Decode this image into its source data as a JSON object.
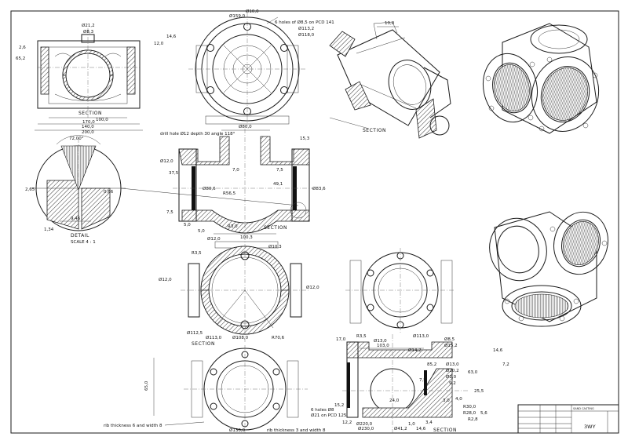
{
  "drawing": {
    "title_block": {
      "part_name": "3WY",
      "fields": [
        "SAND CASTING",
        "",
        "",
        "",
        "",
        "",
        "",
        ""
      ]
    },
    "top_view": {
      "section_label": "SECTION",
      "dims": [
        "Ø21,2",
        "Ø8,3",
        "2,6",
        "65,2",
        "170,0",
        "140,0",
        "100,0",
        "200,0"
      ]
    },
    "front_flange": {
      "dims": [
        "Ø159,0",
        "Ø10,0",
        "6 holes of Ø8,5 on PCD 141",
        "Ø113,2",
        "Ø118,0",
        "14,6",
        "12,0"
      ]
    },
    "iso_section": {
      "section_label": "SECTION",
      "dims": [
        "10,0"
      ]
    },
    "detail_view": {
      "label": "DETAIL",
      "scale": "SCALE 4 : 1",
      "dims": [
        "72,00°",
        "2,65",
        "0,66",
        "9,46",
        "1,34"
      ]
    },
    "middle_section": {
      "section_label": "SECTION",
      "note": "drill hole Ø12 depth 30 angle 118°",
      "dims": [
        "Ø80,0",
        "Ø12,0",
        "37,5",
        "7,0",
        "7,5",
        "Ø80,6",
        "R56,5",
        "49,1",
        "Ø83,6",
        "15,3",
        "7,5",
        "5,0",
        "5,0",
        "100,3",
        "R3,0",
        "Ø12,0"
      ]
    },
    "lower_section": {
      "section_label": "SECTION",
      "dims": [
        "R3,5",
        "Ø12,0",
        "Ø12,0",
        "Ø112,5",
        "Ø113,0",
        "Ø108,0",
        "R70,6",
        "Ø10,3"
      ]
    },
    "right_flange_view": {
      "dims": []
    },
    "bottom_left": {
      "dims": [
        "65,0",
        "Ø130,0",
        "rib thickness 6 and width 8"
      ]
    },
    "bottom_right": {
      "section_label": "SECTION",
      "notes": [
        "6 holes Ø8",
        "Ø21 on PCD 125",
        "rib thickness 3 and width 8"
      ],
      "dims": [
        "R3,5",
        "Ø13,0",
        "Ø113,0",
        "Ø8,5",
        "Ø15,2",
        "103,0",
        "Ø14,2",
        "85,2",
        "Ø13,0",
        "Ø20,2",
        "Ø2,0",
        "63,0",
        "9,2",
        "7,5",
        "25,5",
        "3,0",
        "R30,0",
        "R28,0",
        "R2,8",
        "15,2",
        "17,0",
        "5,6",
        "14,6",
        "7,2",
        "4,0",
        "Ø220,0",
        "Ø230,0",
        "Ø41,2",
        "24,0",
        "1,0",
        "12,2",
        "14,6",
        "3,4"
      ]
    }
  }
}
